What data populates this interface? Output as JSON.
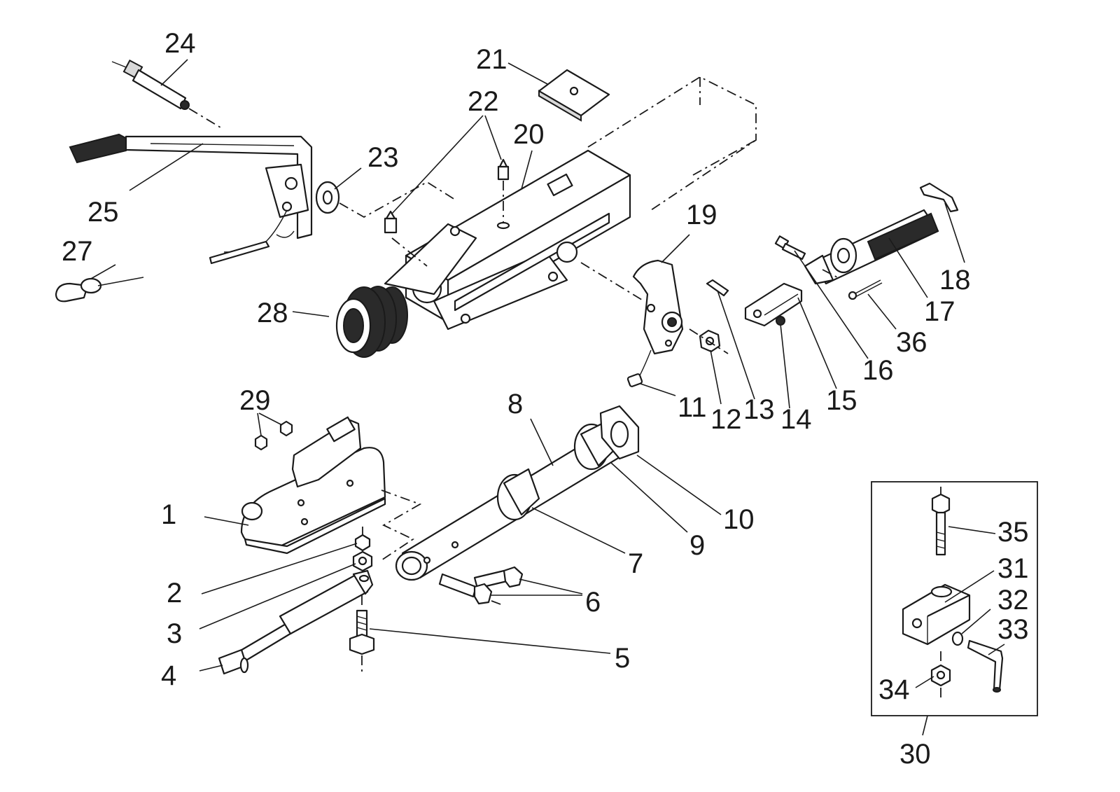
{
  "labels": [
    {
      "id": "1",
      "text": "1"
    },
    {
      "id": "2",
      "text": "2"
    },
    {
      "id": "3",
      "text": "3"
    },
    {
      "id": "4",
      "text": "4"
    },
    {
      "id": "5",
      "text": "5"
    },
    {
      "id": "6",
      "text": "6"
    },
    {
      "id": "7",
      "text": "7"
    },
    {
      "id": "8",
      "text": "8"
    },
    {
      "id": "9",
      "text": "9"
    },
    {
      "id": "10",
      "text": "10"
    },
    {
      "id": "11",
      "text": "11"
    },
    {
      "id": "12",
      "text": "12"
    },
    {
      "id": "13",
      "text": "13"
    },
    {
      "id": "14",
      "text": "14"
    },
    {
      "id": "15",
      "text": "15"
    },
    {
      "id": "16",
      "text": "16"
    },
    {
      "id": "17",
      "text": "17"
    },
    {
      "id": "18",
      "text": "18"
    },
    {
      "id": "19",
      "text": "19"
    },
    {
      "id": "20",
      "text": "20"
    },
    {
      "id": "21",
      "text": "21"
    },
    {
      "id": "22",
      "text": "22"
    },
    {
      "id": "23",
      "text": "23"
    },
    {
      "id": "24",
      "text": "24"
    },
    {
      "id": "25",
      "text": "25"
    },
    {
      "id": "27",
      "text": "27"
    },
    {
      "id": "28",
      "text": "28"
    },
    {
      "id": "29",
      "text": "29"
    },
    {
      "id": "30",
      "text": "30"
    },
    {
      "id": "31",
      "text": "31"
    },
    {
      "id": "32",
      "text": "32"
    },
    {
      "id": "33",
      "text": "33"
    },
    {
      "id": "34",
      "text": "34"
    },
    {
      "id": "35",
      "text": "35"
    },
    {
      "id": "36",
      "text": "36"
    }
  ]
}
